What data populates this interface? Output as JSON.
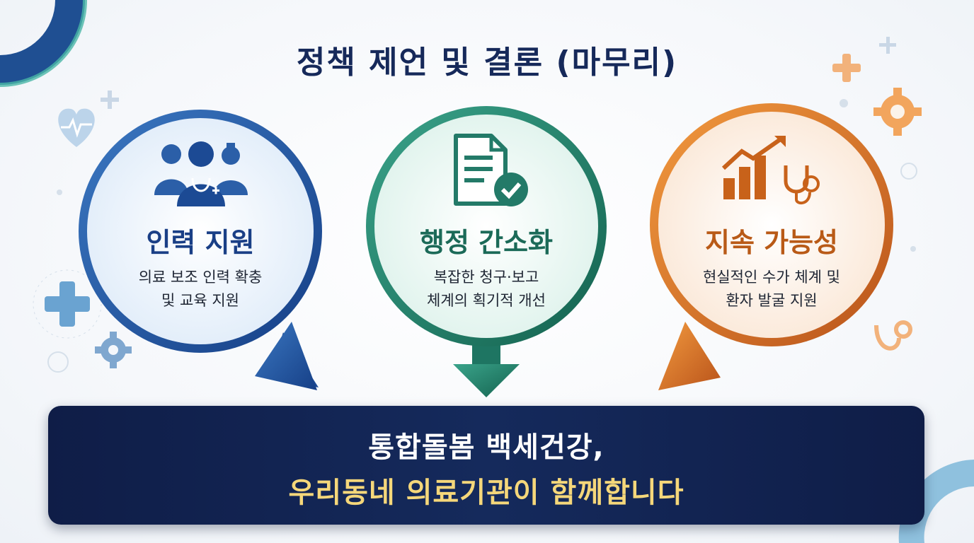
{
  "title": "정책 제언 및 결론 (마무리)",
  "cards": [
    {
      "heading": "인력 지원",
      "lines": [
        "의료 보조 인력 확충",
        "및 교육 지원"
      ],
      "icon": "medical-staff-icon",
      "color": "#2b5fa8"
    },
    {
      "heading": "행정 간소화",
      "lines": [
        "복잡한 청구·보고",
        "체계의 획기적 개선"
      ],
      "icon": "document-check-icon",
      "color": "#237a68"
    },
    {
      "heading": "지속 가능성",
      "lines": [
        "현실적인 수가 체계 및",
        "환자 발굴 지원"
      ],
      "icon": "growth-chart-stethoscope-icon",
      "color": "#c8621a"
    }
  ],
  "banner": {
    "line1": "통합돌봄 백세건강,",
    "line2": "우리동네 의료기관이 함께합니다"
  }
}
